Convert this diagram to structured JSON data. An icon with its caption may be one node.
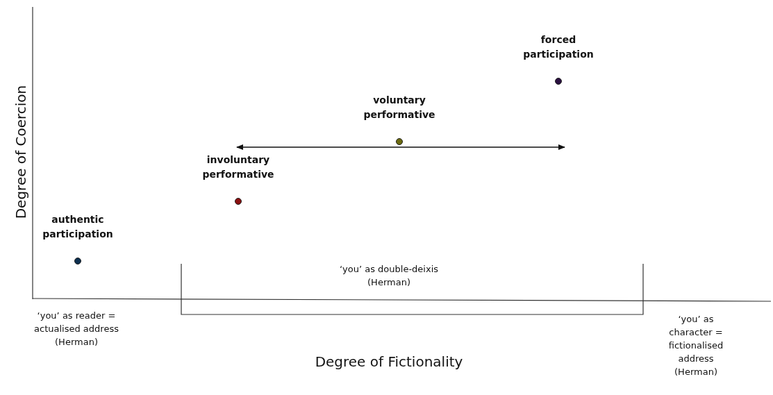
{
  "diagram": {
    "nodes": [
      {
        "text": [
          "authentic participation"
        ]
      },
      {
        "text": [
          "involuntary performative"
        ]
      },
      {
        "text": [
          "voluntary performative"
        ]
      },
      {
        "text": [
          "forced participation"
        ]
      }
    ],
    "edges": [],
    "labels": [
      "Degree of Coercion",
      "‘you’ as double-deixis (Herman)",
      "‘you’ as reader = actualised address (Herman)",
      "Degree of Fictionality",
      "‘you’ as character = fictionalised address (Herman)"
    ]
  }
}
